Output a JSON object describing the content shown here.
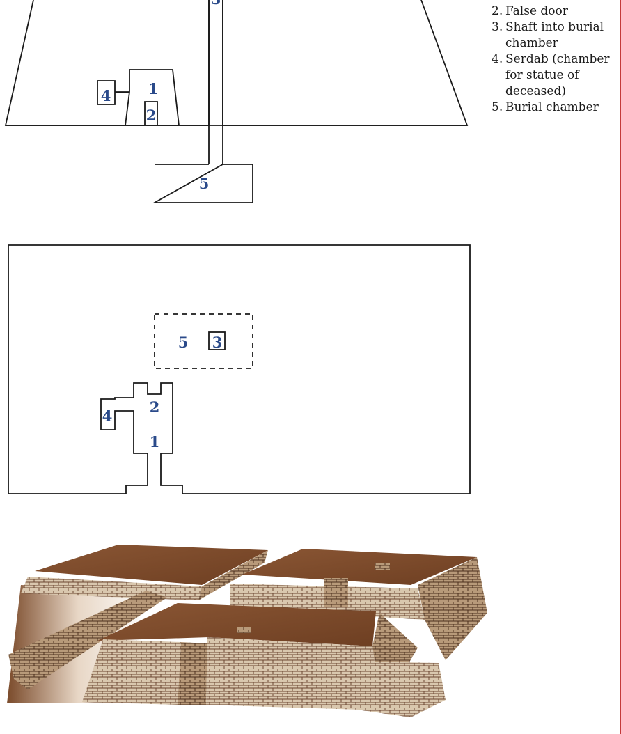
{
  "section_labels": {
    "false_door": "2",
    "chapel": "1",
    "serdab": "4",
    "shaft": "3",
    "burial_chamber": "5"
  },
  "legend": {
    "items": [
      {
        "num": "2.",
        "text": "False door"
      },
      {
        "num": "3.",
        "text": "Shaft into burial chamber"
      },
      {
        "num": "4.",
        "text": "Serdab (chamber for statue of deceased)"
      },
      {
        "num": "5.",
        "text": "Burial chamber"
      }
    ]
  },
  "colors": {
    "number_blue": "#2a4a8a",
    "mud_brown": "#7a4a2a",
    "brick_light": "#d9c7ae",
    "edge_red": "#c43a3a"
  }
}
